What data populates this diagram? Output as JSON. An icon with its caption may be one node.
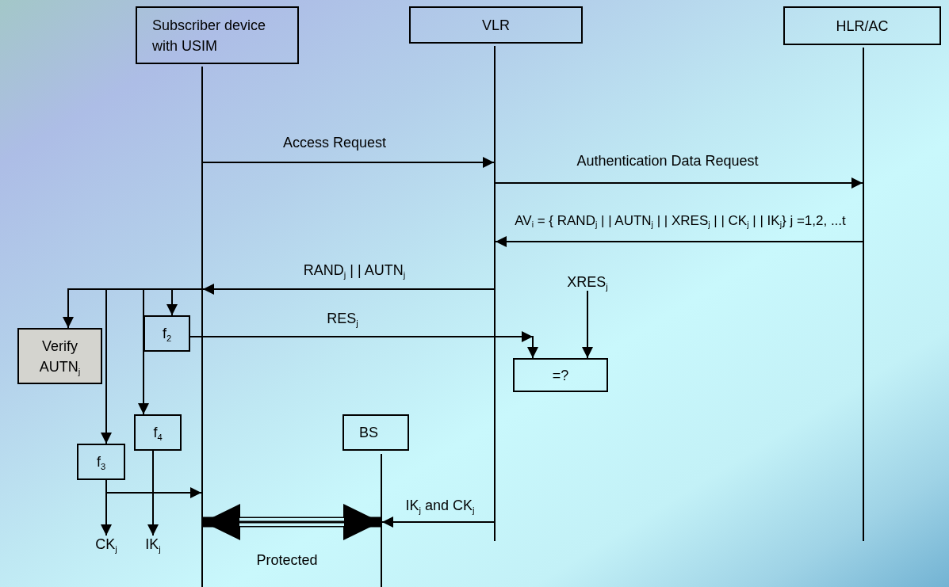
{
  "diagram": {
    "nodes": [
      {
        "text": [
          "Subscriber device with USIM"
        ]
      },
      {
        "text": [
          "VLR"
        ]
      },
      {
        "text": [
          "HLR/AC"
        ]
      },
      {
        "text": [],
        "shape": "line"
      },
      {
        "text": [],
        "shape": "line"
      },
      {
        "text": [],
        "shape": "line"
      },
      {
        "text": [
          "XRES$_{j}$"
        ]
      },
      {
        "text": [
          "f$_{2}$"
        ]
      },
      {
        "text": [
          "Verify AUTN$_{j}$"
        ]
      },
      {
        "text": [
          "=?"
        ]
      },
      {
        "text": [
          "f$_{4}$"
        ]
      },
      {
        "text": [
          "BS"
        ]
      },
      {
        "text": [
          "f$_{3}$"
        ]
      },
      {
        "text": [],
        "shape": "line"
      },
      {
        "text": [
          "CK$_{j}$"
        ]
      },
      {
        "text": [
          "IK$_{j}$"
        ]
      }
    ],
    "edges": [
      {
        "from": 3,
        "to": 4,
        "arrow": "to",
        "label": "Access Request"
      },
      {
        "from": 4,
        "to": 5,
        "arrow": "to",
        "label": "Authentication Data Request"
      },
      {
        "from": 5,
        "to": 4,
        "arrow": "to",
        "label": "AV$_{i}$ = { RAND$_{j}$ | | AUTN$_{j}$ | | XRES$_{j}$ | | CK$_{j}$ | | IK$_{j}$} j =1,2, ...t"
      },
      {
        "from": 4,
        "to": 3,
        "arrow": "to",
        "label": "RAND$_{j}$ | | AUTN$_{j}$"
      },
      {
        "from": 4,
        "to": 8,
        "arrow": "to"
      },
      {
        "from": 4,
        "to": 7,
        "arrow": "to"
      },
      {
        "from": 4,
        "to": 10,
        "arrow": "to"
      },
      {
        "from": 4,
        "to": 12,
        "arrow": "to"
      },
      {
        "from": 7,
        "to": 9,
        "arrow": "to",
        "label": "RES$_{j}$"
      },
      {
        "from": 6,
        "to": 9,
        "arrow": "to"
      },
      {
        "from": 12,
        "to": 14,
        "arrow": "to"
      },
      {
        "from": 12,
        "to": 3,
        "arrow": "to"
      },
      {
        "from": 10,
        "to": 15,
        "arrow": "to"
      },
      {
        "from": 4,
        "to": 13,
        "arrow": "to",
        "label": "IK$_{j}$ and CK$_{j}$"
      },
      {
        "from": 3,
        "to": 13,
        "arrow": "both",
        "style": "thick",
        "label": "Protected"
      }
    ]
  }
}
